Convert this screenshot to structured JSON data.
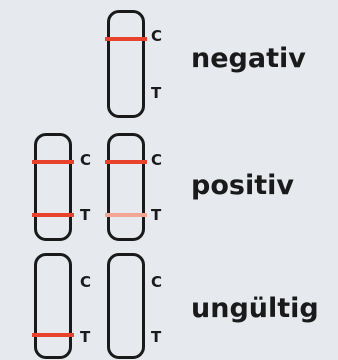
{
  "colors": {
    "background": "#e6e9ed",
    "outline": "#1a1a1a",
    "line_strong": "#e8412c",
    "line_faint": "#f2a594"
  },
  "markers": {
    "control": "C",
    "test": "T"
  },
  "results": {
    "negative": "negativ",
    "positive": "positiv",
    "invalid": "ungültig"
  },
  "strips": [
    {
      "row": "negative",
      "control_line": "strong",
      "test_line": "none"
    },
    {
      "row": "positive",
      "control_line": "strong",
      "test_line": "strong"
    },
    {
      "row": "positive",
      "control_line": "strong",
      "test_line": "faint"
    },
    {
      "row": "invalid",
      "control_line": "none",
      "test_line": "strong"
    },
    {
      "row": "invalid",
      "control_line": "none",
      "test_line": "none"
    }
  ]
}
